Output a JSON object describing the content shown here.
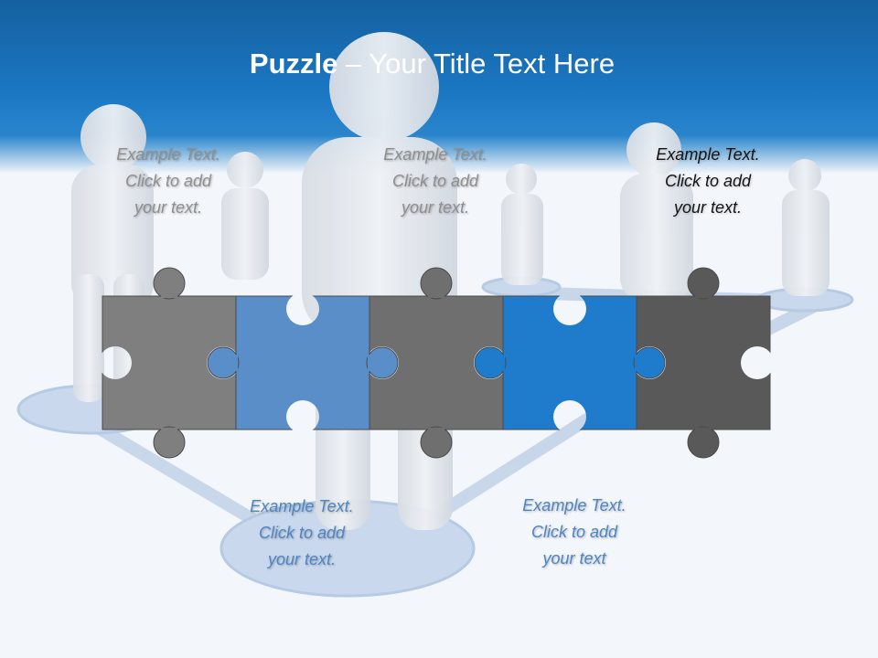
{
  "slide": {
    "title_bold": "Puzzle",
    "title_rest": " – Your Title Text Here",
    "colors": {
      "header_blue": "#1b78c4",
      "piece_gray": "#7f7f7f",
      "piece_steel_blue": "#5a8ec8",
      "piece_blue": "#1f7ccc",
      "piece_dark": "#595959",
      "caption_gray": "#8f8f8f",
      "caption_blue": "#4f86c3"
    },
    "pieces": [
      {
        "name": "piece-1",
        "color": "#7f7f7f"
      },
      {
        "name": "piece-2",
        "color": "#5a8ec8"
      },
      {
        "name": "piece-3",
        "color": "#6f6f6f"
      },
      {
        "name": "piece-4",
        "color": "#1f7ccc"
      },
      {
        "name": "piece-5",
        "color": "#595959"
      }
    ],
    "captions_top": [
      {
        "line1": "Example Text.",
        "line2": "Click  to add",
        "line3": "your text."
      },
      {
        "line1": "Example Text.",
        "line2": "Click  to add",
        "line3": "your text."
      },
      {
        "line1": "Example Text.",
        "line2": "Click  to add",
        "line3": "your text."
      }
    ],
    "captions_bottom": [
      {
        "line1": "Example Text.",
        "line2": "Click  to add",
        "line3": "your text."
      },
      {
        "line1": "Example Text.",
        "line2": "Click  to add",
        "line3": "your text"
      }
    ]
  }
}
